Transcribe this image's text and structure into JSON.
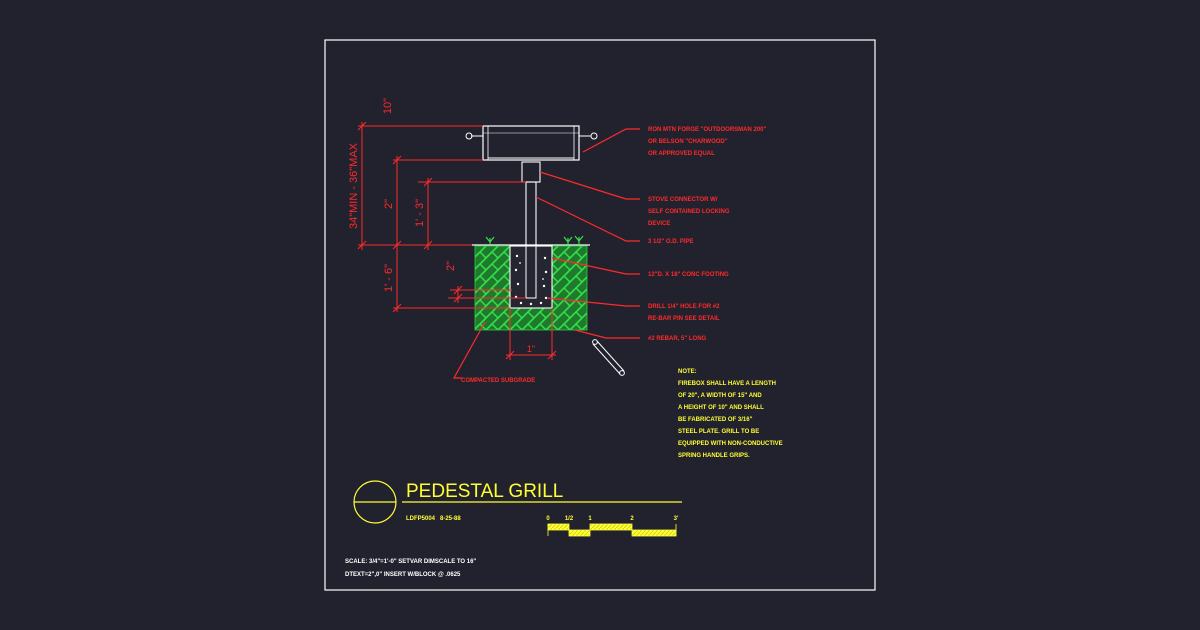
{
  "dimensions": {
    "d_top": "10\"",
    "d_height": "34\"MIN - 36\"MAX",
    "d_2in_upper": "2\"",
    "d_1ft3in": "1' - 3\"",
    "d_1ft6in": "1' - 6\"",
    "d_2in_lower": "2\"",
    "d_1in": "1\""
  },
  "callouts": {
    "grill": [
      "RON MTN FORGE \"OUTDOORSMAN 200\"",
      "OR BELSON \"CHARWOOD\"",
      "OR APPROVED EQUAL"
    ],
    "connector": [
      "STOVE CONNECTOR W/",
      "SELF CONTAINED LOCKING",
      "DEVICE"
    ],
    "pipe": "3 1/2\" O.D. PIPE",
    "footing": "12\"D. X 18\" CONC FOOTING",
    "drill": [
      "DRILL 1/4\" HOLE FOR #2",
      "RE-BAR PIN SEE DETAIL"
    ],
    "rebar": "#2 REBAR, 5\" LONG",
    "subgrade": "COMPACTED SUBGRADE"
  },
  "note": {
    "heading": "NOTE:",
    "lines": [
      "FIREBOX SHALL HAVE A LENGTH",
      "OF 20\", A WIDTH OF 15\" AND",
      "A HEIGHT OF 10\" AND SHALL",
      "BE FABRICATED OF 3/16\"",
      "STEEL PLATE. GRILL TO BE",
      "EQUIPPED WITH NON-CONDUCTIVE",
      "SPRING HANDLE GRIPS."
    ]
  },
  "title_block": {
    "title": "PEDESTAL GRILL",
    "code": "LDFP5004",
    "date": "8-25-88"
  },
  "scale_bar": {
    "labels": [
      "0",
      "1/2",
      "1",
      "2",
      "3'"
    ]
  },
  "footer": {
    "line1": "SCALE: 3/4\"=1'-0\"   SETVAR DIMSCALE TO 16\"",
    "line2": "DTEXT=2\",0\"   INSERT W/BLOCK @ .0625"
  },
  "colors": {
    "background": "#21222e",
    "linework": "#ff2a2a",
    "text_yellow": "#ffff33",
    "soil_green": "#22b43c",
    "frame": "#ffffff"
  }
}
